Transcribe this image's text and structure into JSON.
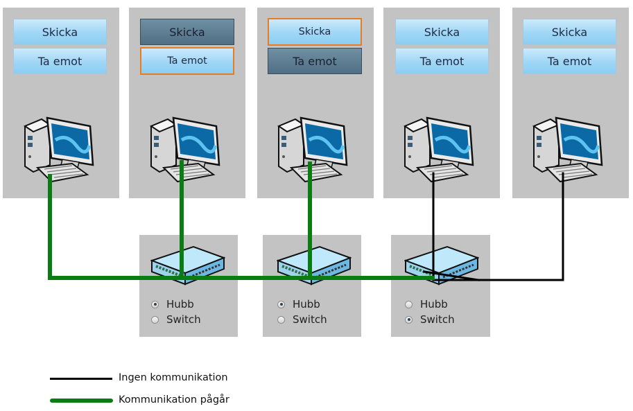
{
  "computers": [
    {
      "send_label": "Skicka",
      "receive_label": "Ta emot",
      "send_state": "normal",
      "receive_state": "normal"
    },
    {
      "send_label": "Skicka",
      "receive_label": "Ta emot",
      "send_state": "dark",
      "receive_state": "selected"
    },
    {
      "send_label": "Skicka",
      "receive_label": "Ta emot",
      "send_state": "selected",
      "receive_state": "dark"
    },
    {
      "send_label": "Skicka",
      "receive_label": "Ta emot",
      "send_state": "normal",
      "receive_state": "normal"
    },
    {
      "send_label": "Skicka",
      "receive_label": "Ta emot",
      "send_state": "normal",
      "receive_state": "normal"
    }
  ],
  "devices": [
    {
      "option1": "Hubb",
      "option2": "Switch",
      "selected": "Hubb"
    },
    {
      "option1": "Hubb",
      "option2": "Switch",
      "selected": "Hubb"
    },
    {
      "option1": "Hubb",
      "option2": "Switch",
      "selected": "Switch"
    }
  ],
  "legend": {
    "no_comm_label": "Ingen kommunikation",
    "comm_label": "Kommunikation pågår",
    "no_comm_color": "#000000",
    "comm_color": "#0a7d12"
  },
  "icons": {
    "computer": "desktop-computer-icon",
    "device": "network-hub-icon"
  }
}
